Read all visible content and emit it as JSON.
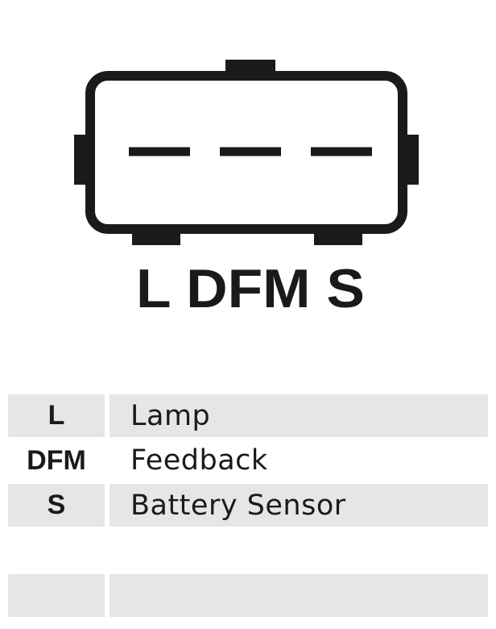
{
  "connector": {
    "pin_label_text": "L DFM S"
  },
  "legend": {
    "rows": [
      {
        "code": "L",
        "description": "Lamp"
      },
      {
        "code": "DFM",
        "description": "Feedback"
      },
      {
        "code": "S",
        "description": "Battery Sensor"
      },
      {
        "code": "",
        "description": ""
      }
    ]
  }
}
